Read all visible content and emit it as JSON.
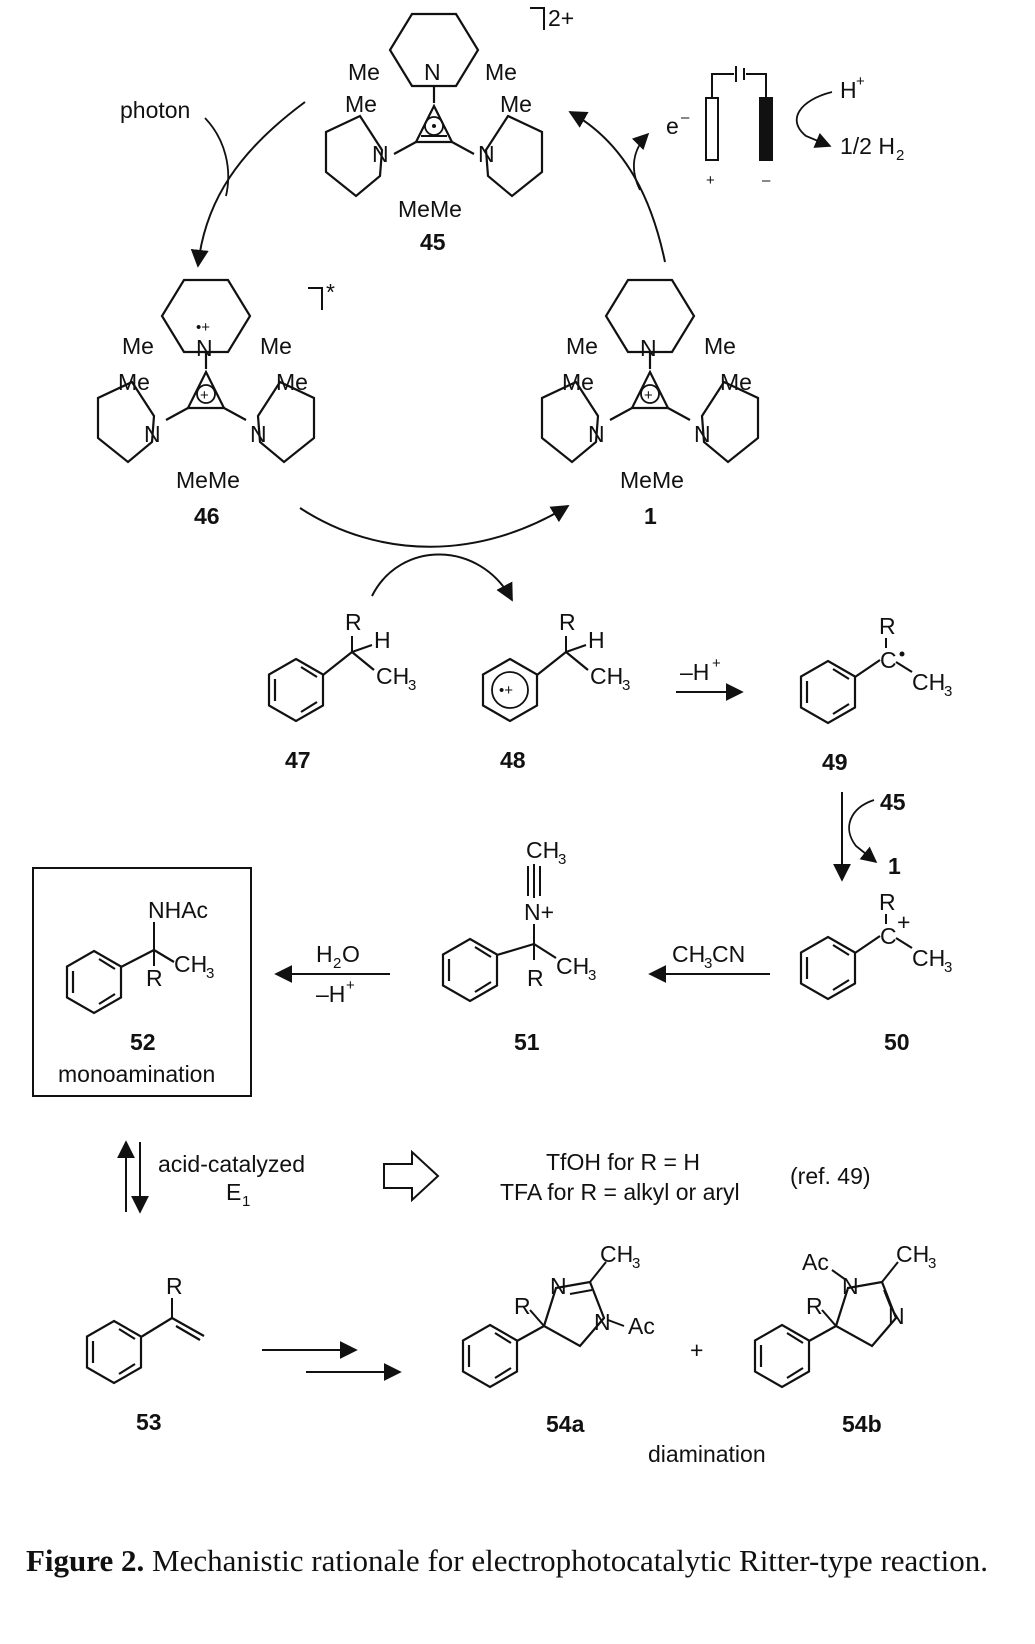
{
  "scheme": {
    "compounds": {
      "c45": {
        "number": "45",
        "charge": "2+"
      },
      "c46": {
        "number": "46",
        "charge": "*"
      },
      "c1": {
        "number": "1"
      },
      "c47": {
        "number": "47"
      },
      "c48": {
        "number": "48"
      },
      "c49": {
        "number": "49"
      },
      "c50": {
        "number": "50"
      },
      "c51": {
        "number": "51"
      },
      "c52": {
        "number": "52",
        "label": "monoamination"
      },
      "c53": {
        "number": "53"
      },
      "c54a": {
        "number": "54a"
      },
      "c54b": {
        "number": "54b"
      }
    },
    "atoms": {
      "me": "Me",
      "meme": "MeMe",
      "n": "N",
      "r": "R",
      "h": "H",
      "ch3": "CH",
      "three": "3",
      "c": "C",
      "nplus": "N+",
      "nhac": "NHAc",
      "ac": "Ac",
      "acn": "Ac",
      "dot_plus": "•+",
      "plus": "+"
    },
    "conditions": {
      "photon": "photon",
      "electron": "e",
      "electron_sup": "–",
      "proton": "H",
      "proton_sup": "+",
      "half_h2": "1/2 H",
      "half_h2_sub": "2",
      "minus_h": "–H",
      "minus_h_sup": "+",
      "reagent_45": "45",
      "product_1": "1",
      "ch3cn_a": "CH",
      "ch3cn_sub": "3",
      "ch3cn_b": "CN",
      "h2o_a": "H",
      "h2o_sub": "2",
      "h2o_b": "O",
      "minus_h2": "–H",
      "minus_h2_sup": "+",
      "acid_catalyzed": "acid-catalyzed",
      "e1": "E",
      "e1_sub": "1",
      "tfoh": "TfOH for R = H",
      "tfa": "TFA for R = alkyl or aryl",
      "ref": "(ref. 49)",
      "diamination": "diamination",
      "plus_sign": "+",
      "electrode_plus": "+",
      "electrode_minus": "–"
    }
  },
  "caption": {
    "label": "Figure 2.",
    "text": " Mechanistic rationale for electrophotocatalytic Ritter-type reaction."
  }
}
